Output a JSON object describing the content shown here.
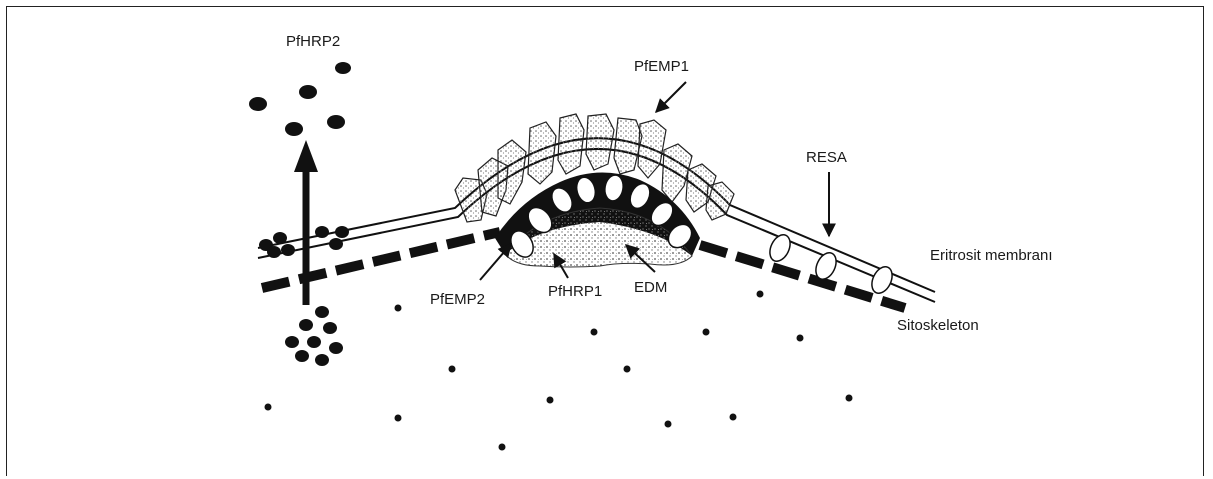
{
  "diagram": {
    "labels": {
      "pfhrp2_top": "PfHRP2",
      "pfemp1": "PfEMP1",
      "resa": "RESA",
      "eritrosit_membrani": "Eritrosit membranı",
      "sitoskeleton": "Sitoskeleton",
      "pfemp2": "PfEMP2",
      "pfhrp1": "PfHRP1",
      "edm": "EDM"
    },
    "colors": {
      "ink": "#111111",
      "stipple": "#777777",
      "background": "#ffffff"
    }
  }
}
